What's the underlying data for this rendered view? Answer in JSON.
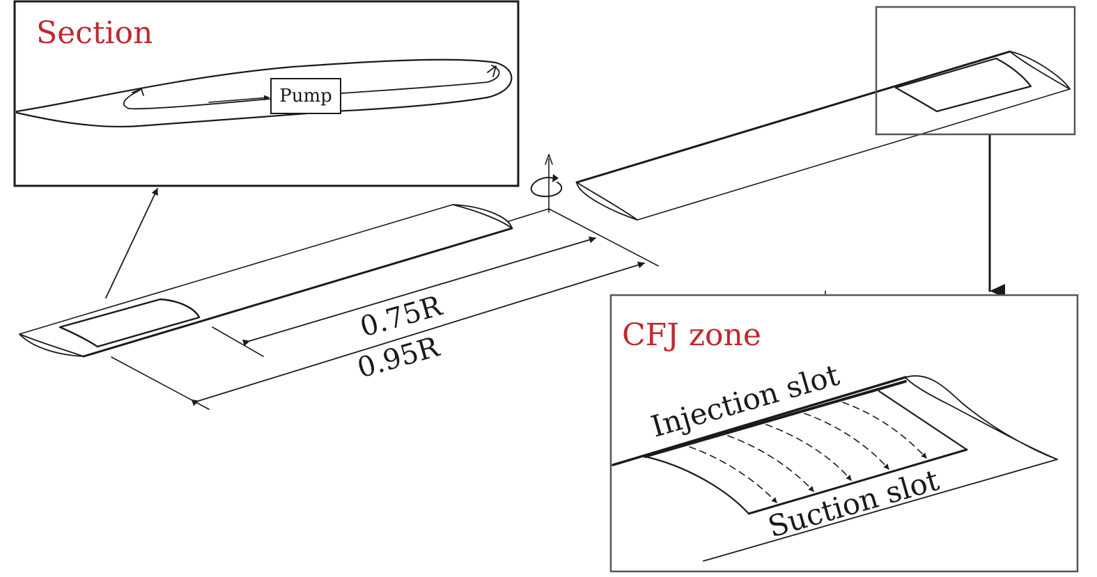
{
  "labels": {
    "section": "Section",
    "pump": "Pump",
    "dim_inner": "0.75R",
    "dim_outer": "0.95R",
    "cfj_zone": "CFJ zone",
    "injection_slot": "Injection slot",
    "suction_slot": "Suction slot"
  },
  "colors": {
    "accent_label": "#c0282d",
    "line": "#1a1a1a",
    "inset_frame_right": "#555555"
  }
}
